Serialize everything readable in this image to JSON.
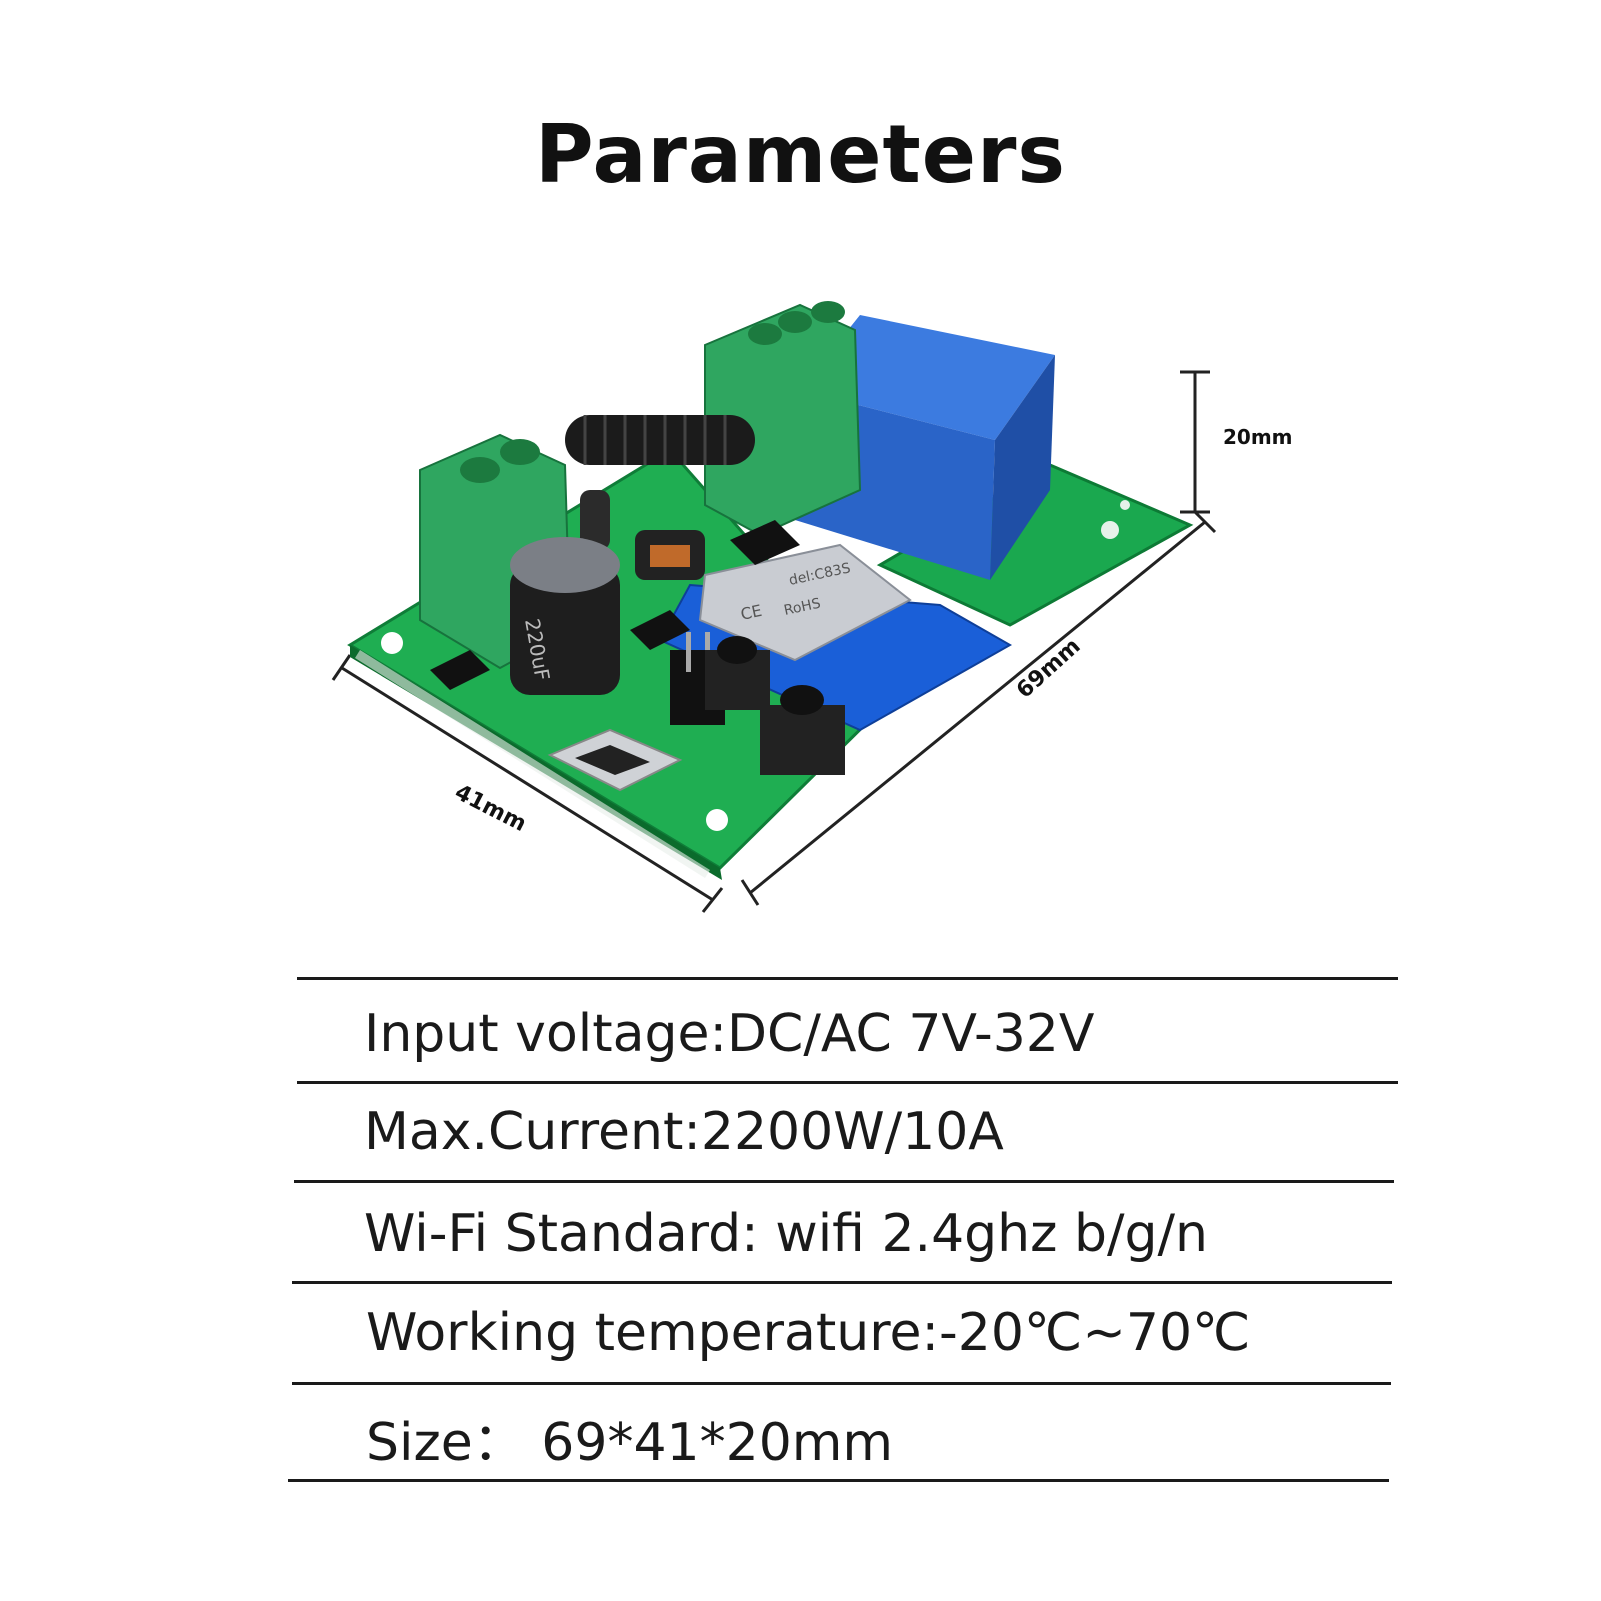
{
  "title": "Parameters",
  "dimensions": {
    "height": "20mm",
    "length": "69mm",
    "width": "41mm"
  },
  "board_labels": {
    "capacitor": "220uF",
    "module": "del:C83S",
    "ce": "CE",
    "rohs": "RoHS"
  },
  "specs": [
    {
      "text": "Input voltage:DC/AC 7V-32V"
    },
    {
      "text": "Max.Current:2200W/10A"
    },
    {
      "text": "Wi-Fi Standard: wifi 2.4ghz b/g/n"
    },
    {
      "text": "Working temperature:-20℃~70℃"
    },
    {
      "text": "Size： 69*41*20mm"
    }
  ]
}
